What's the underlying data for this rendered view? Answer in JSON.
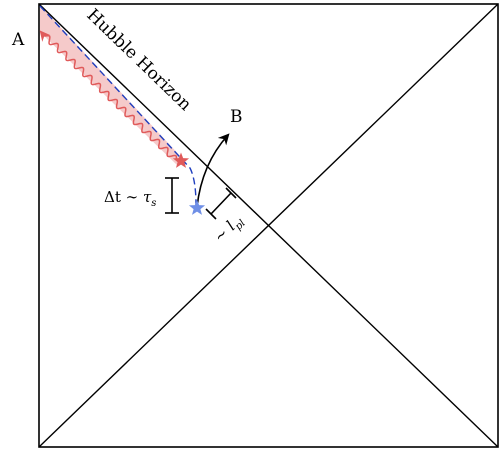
{
  "labels": {
    "point_a": "A",
    "point_b": "B",
    "hubble_horizon": "Hubble Horizon",
    "delta_t": "Δt ∼ ",
    "tau": "τ",
    "tau_sub": "s",
    "sim": "∼ ",
    "l": "l",
    "l_sub": "pl"
  },
  "colors": {
    "frame": "#000000",
    "horizon_dashed": "#1f3fbf",
    "shade": "#f4c4c4",
    "wavy": "#e05a5a",
    "red_star": "#e05a5a",
    "blue_star": "#6f8fe6"
  },
  "icons": {
    "red_star": "star-icon",
    "blue_star": "star-icon",
    "arrow_b": "arrow-icon",
    "arrow_a": "arrow-icon"
  }
}
